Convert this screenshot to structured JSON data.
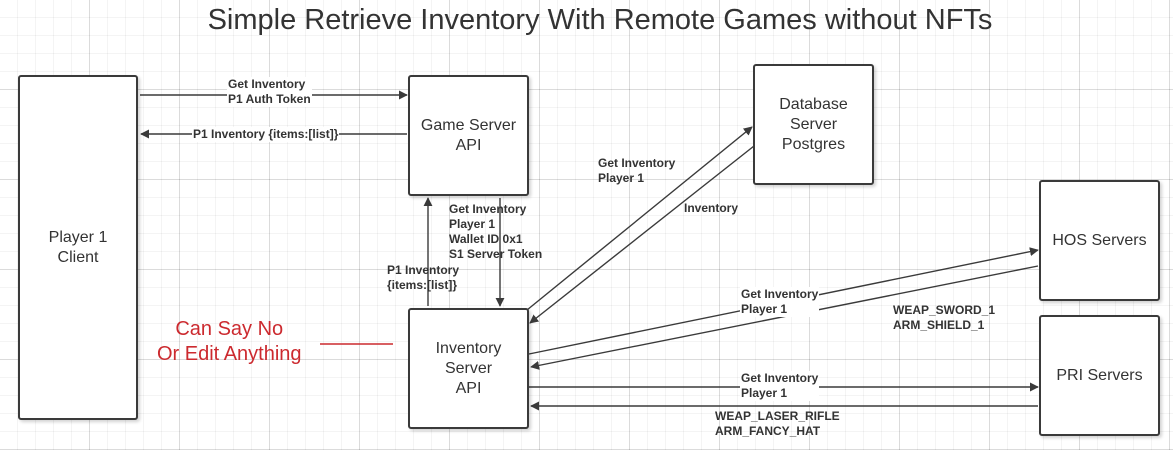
{
  "title": "Simple Retrieve Inventory With Remote Games without NFTs",
  "boxes": {
    "player1": {
      "line1": "Player 1",
      "line2": "Client"
    },
    "game_server": {
      "line1": "Game Server",
      "line2": "API"
    },
    "database": {
      "line1": "Database",
      "line2": "Server",
      "line3": "Postgres"
    },
    "inventory_server": {
      "line1": "Inventory",
      "line2": "Server",
      "line3": "API"
    },
    "hos": {
      "line1": "HOS Servers"
    },
    "pri": {
      "line1": "PRI Servers"
    }
  },
  "labels": {
    "client_to_game": {
      "line1": "Get Inventory",
      "line2": "P1 Auth Token"
    },
    "game_to_client": {
      "line1": "P1 Inventory {items:[list]}"
    },
    "game_to_inventory": {
      "line1": "Get Inventory",
      "line2": "Player 1",
      "line3": "Wallet ID 0x1",
      "line4": "S1 Server Token"
    },
    "inventory_to_game": {
      "line1": "P1 Inventory",
      "line2": "{items:[list]}"
    },
    "inventory_to_db": {
      "line1": "Get Inventory",
      "line2": "Player 1"
    },
    "db_to_inventory": {
      "line1": "Inventory"
    },
    "inventory_to_hos": {
      "line1": "Get Inventory",
      "line2": "Player 1"
    },
    "hos_to_inventory": {
      "line1": "WEAP_SWORD_1",
      "line2": "ARM_SHIELD_1"
    },
    "inventory_to_pri": {
      "line1": "Get Inventory",
      "line2": "Player 1"
    },
    "pri_to_inventory": {
      "line1": "WEAP_LASER_RIFLE",
      "line2": "ARM_FANCY_HAT"
    }
  },
  "note": {
    "line1": "Can Say No",
    "line2": "Or Edit Anything",
    "color": "#cc2a2f"
  }
}
